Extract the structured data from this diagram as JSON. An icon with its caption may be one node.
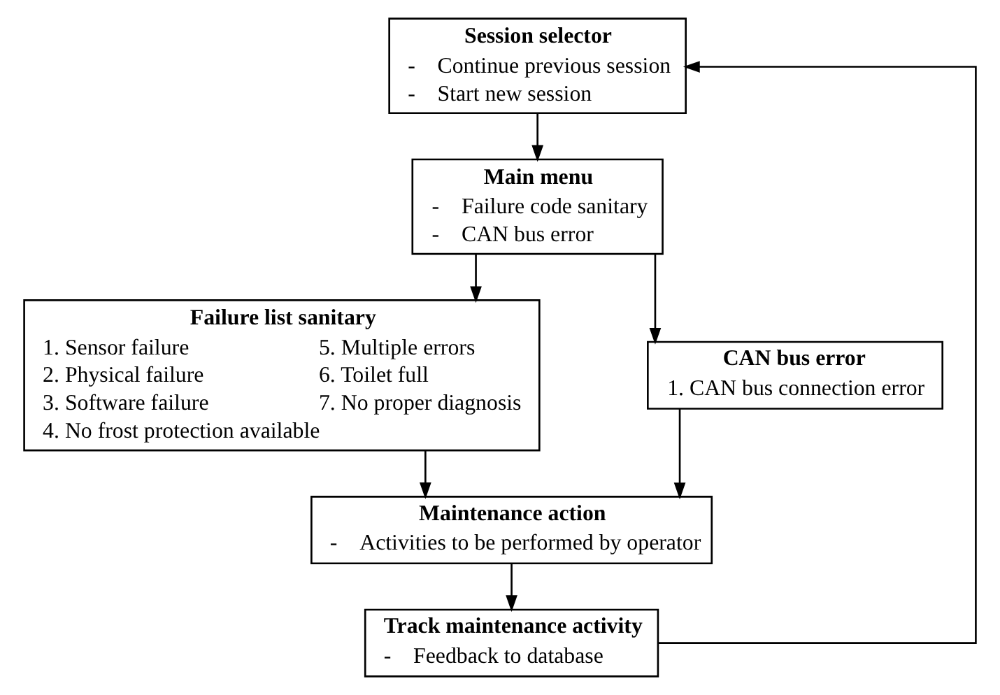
{
  "diagram": {
    "nodes": [
      {
        "text": [
          "Session selector",
          "-    Continue previous session",
          "-    Start new session"
        ]
      },
      {
        "text": [
          "Main menu",
          "-    Failure code sanitary",
          "-    CAN bus error"
        ]
      },
      {
        "text": [
          "Failure list sanitary",
          "1. Sensor failure",
          "2. Physical failure",
          "3. Software failure",
          "4. No frost protection available",
          "5. Multiple errors",
          "6. Toilet full",
          "7. No proper diagnosis"
        ]
      },
      {
        "text": [
          "CAN bus error",
          "1. CAN bus connection error"
        ]
      },
      {
        "text": [
          "Maintenance action",
          "-    Activities to be performed by operator"
        ]
      },
      {
        "text": [
          "Track maintenance activity",
          "-    Feedback to database"
        ]
      }
    ],
    "edges": [
      {
        "from": 0,
        "to": 1,
        "arrow": "to"
      },
      {
        "from": 1,
        "to": 2,
        "arrow": "to"
      },
      {
        "from": 1,
        "to": 3,
        "arrow": "to"
      },
      {
        "from": 2,
        "to": 4,
        "arrow": "to"
      },
      {
        "from": 3,
        "to": 4,
        "arrow": "to"
      },
      {
        "from": 4,
        "to": 5,
        "arrow": "to"
      },
      {
        "from": 5,
        "to": 0,
        "arrow": "to"
      }
    ]
  }
}
